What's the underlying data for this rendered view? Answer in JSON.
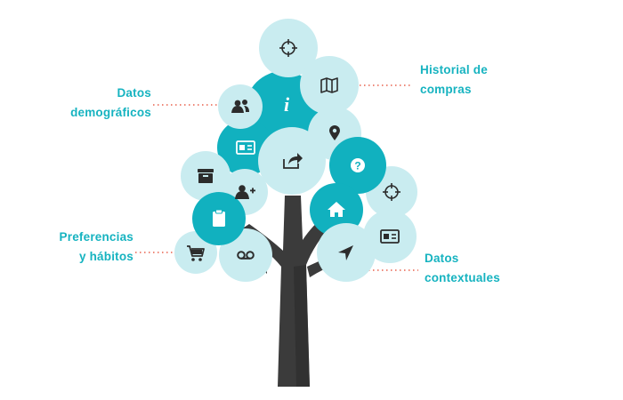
{
  "colors": {
    "dark_teal": "#11b1bf",
    "light_teal": "#c9ecf0",
    "trunk": "#3b3b3b",
    "trunk_shade": "#2b2b2b",
    "label": "#16b3c0",
    "dotted_line": "#e8604c",
    "icon_on_dark": "#ffffff",
    "icon_on_light": "#2c2c2c"
  },
  "labels": {
    "demographic": {
      "line1": "Datos",
      "line2": "demográficos"
    },
    "purchase_history": {
      "line1": "Historial de",
      "line2": "compras"
    },
    "preferences": {
      "line1": "Preferencias",
      "line2": "y hábitos"
    },
    "contextual": {
      "line1": "Datos",
      "line2": "contextuales"
    }
  },
  "circles": [
    {
      "name": "crosshair-top",
      "icon": "crosshair-icon",
      "tone": "light"
    },
    {
      "name": "info",
      "icon": "info-icon",
      "tone": "dark"
    },
    {
      "name": "map",
      "icon": "map-icon",
      "tone": "light"
    },
    {
      "name": "users",
      "icon": "users-icon",
      "tone": "light"
    },
    {
      "name": "location",
      "icon": "location-pin-icon",
      "tone": "light"
    },
    {
      "name": "id-card-left",
      "icon": "id-card-icon",
      "tone": "dark"
    },
    {
      "name": "share",
      "icon": "share-icon",
      "tone": "light"
    },
    {
      "name": "help",
      "icon": "question-icon",
      "tone": "dark"
    },
    {
      "name": "inbox",
      "icon": "inbox-icon",
      "tone": "light"
    },
    {
      "name": "add-user",
      "icon": "add-user-icon",
      "tone": "light"
    },
    {
      "name": "crosshair-right",
      "icon": "crosshair-icon",
      "tone": "light"
    },
    {
      "name": "clipboard",
      "icon": "clipboard-icon",
      "tone": "dark"
    },
    {
      "name": "home",
      "icon": "home-icon",
      "tone": "dark"
    },
    {
      "name": "id-card-right",
      "icon": "id-card-icon",
      "tone": "light"
    },
    {
      "name": "cart",
      "icon": "cart-icon",
      "tone": "light"
    },
    {
      "name": "voicemail",
      "icon": "voicemail-icon",
      "tone": "light"
    },
    {
      "name": "navigation",
      "icon": "navigation-arrow-icon",
      "tone": "light"
    }
  ]
}
